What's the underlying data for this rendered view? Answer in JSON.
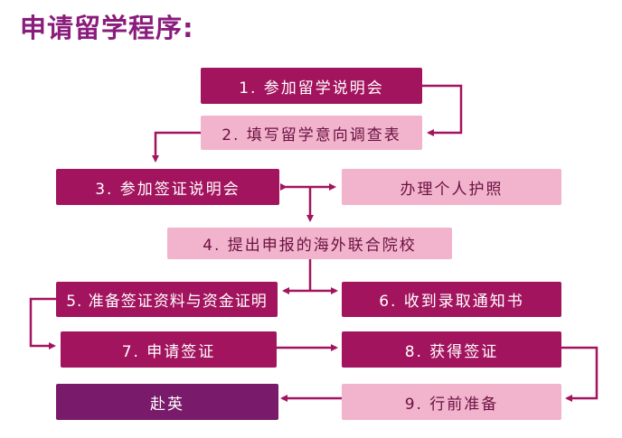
{
  "title": "申请留学程序:",
  "colors": {
    "title": "#8a1c7c",
    "dark_box": "#a3145f",
    "light_box": "#f2b3cc",
    "final_box": "#7a1a6a",
    "arrow": "#a3145f"
  },
  "steps": {
    "s1": "1. 参加留学说明会",
    "s2": "2. 填写留学意向调查表",
    "s3": "3. 参加签证说明会",
    "passport": "办理个人护照",
    "s4": "4. 提出申报的海外联合院校",
    "s5": "5. 准备签证资料与资金证明",
    "s6": "6. 收到录取通知书",
    "s7": "7. 申请签证",
    "s8": "8. 获得签证",
    "s9": "9. 行前准备",
    "final": "赴英"
  }
}
